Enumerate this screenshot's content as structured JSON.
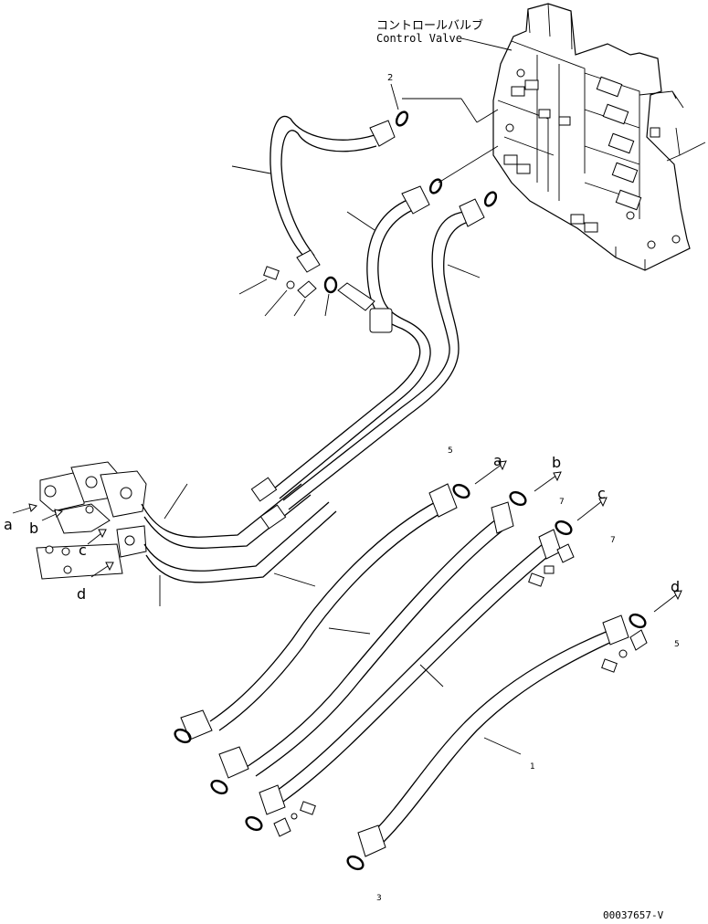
{
  "title_jp": "コントロールバルブ",
  "title_en": "Control Valve",
  "drawing_number": "00037657-V",
  "arrow_labels": [
    "a",
    "b",
    "c",
    "d"
  ],
  "part_number_marks": [
    "2",
    "5",
    "7",
    "7",
    "5",
    "3",
    "1"
  ]
}
